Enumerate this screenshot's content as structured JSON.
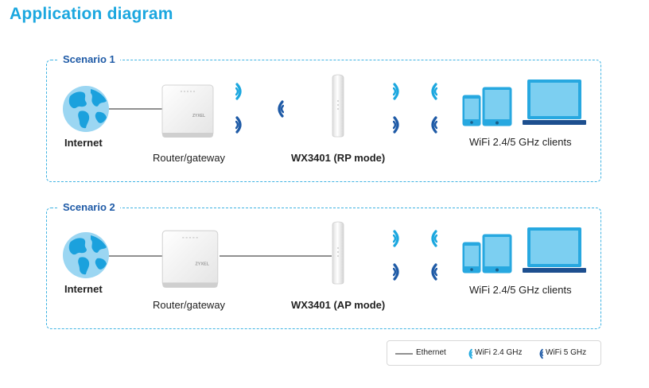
{
  "title": "Application diagram",
  "colors": {
    "accent": "#1ba7df",
    "wifi_24": "#1ba7df",
    "wifi_5": "#1e5aa6",
    "device_blue": "#27a8e0",
    "border": "#3fb3e3"
  },
  "scenarios": [
    {
      "label": "Scenario 1",
      "internet_label": "Internet",
      "router_label": "Router/gateway",
      "extender_label": "WX3401 (RP mode)",
      "clients_label": "WiFi 2.4/5 GHz clients"
    },
    {
      "label": "Scenario 2",
      "internet_label": "Internet",
      "router_label": "Router/gateway",
      "extender_label": "WX3401 (AP mode)",
      "clients_label": "WiFi 2.4/5 GHz clients"
    }
  ],
  "legend": {
    "ethernet": "Ethernet",
    "wifi_24": "WiFi 2.4 GHz",
    "wifi_5": "WiFi 5 GHz"
  },
  "icons": [
    "globe-icon",
    "router-icon",
    "extender-icon",
    "wifi-signal-icon",
    "phone-icon",
    "tablet-icon",
    "laptop-icon"
  ],
  "router_brand": "ZYXEL"
}
